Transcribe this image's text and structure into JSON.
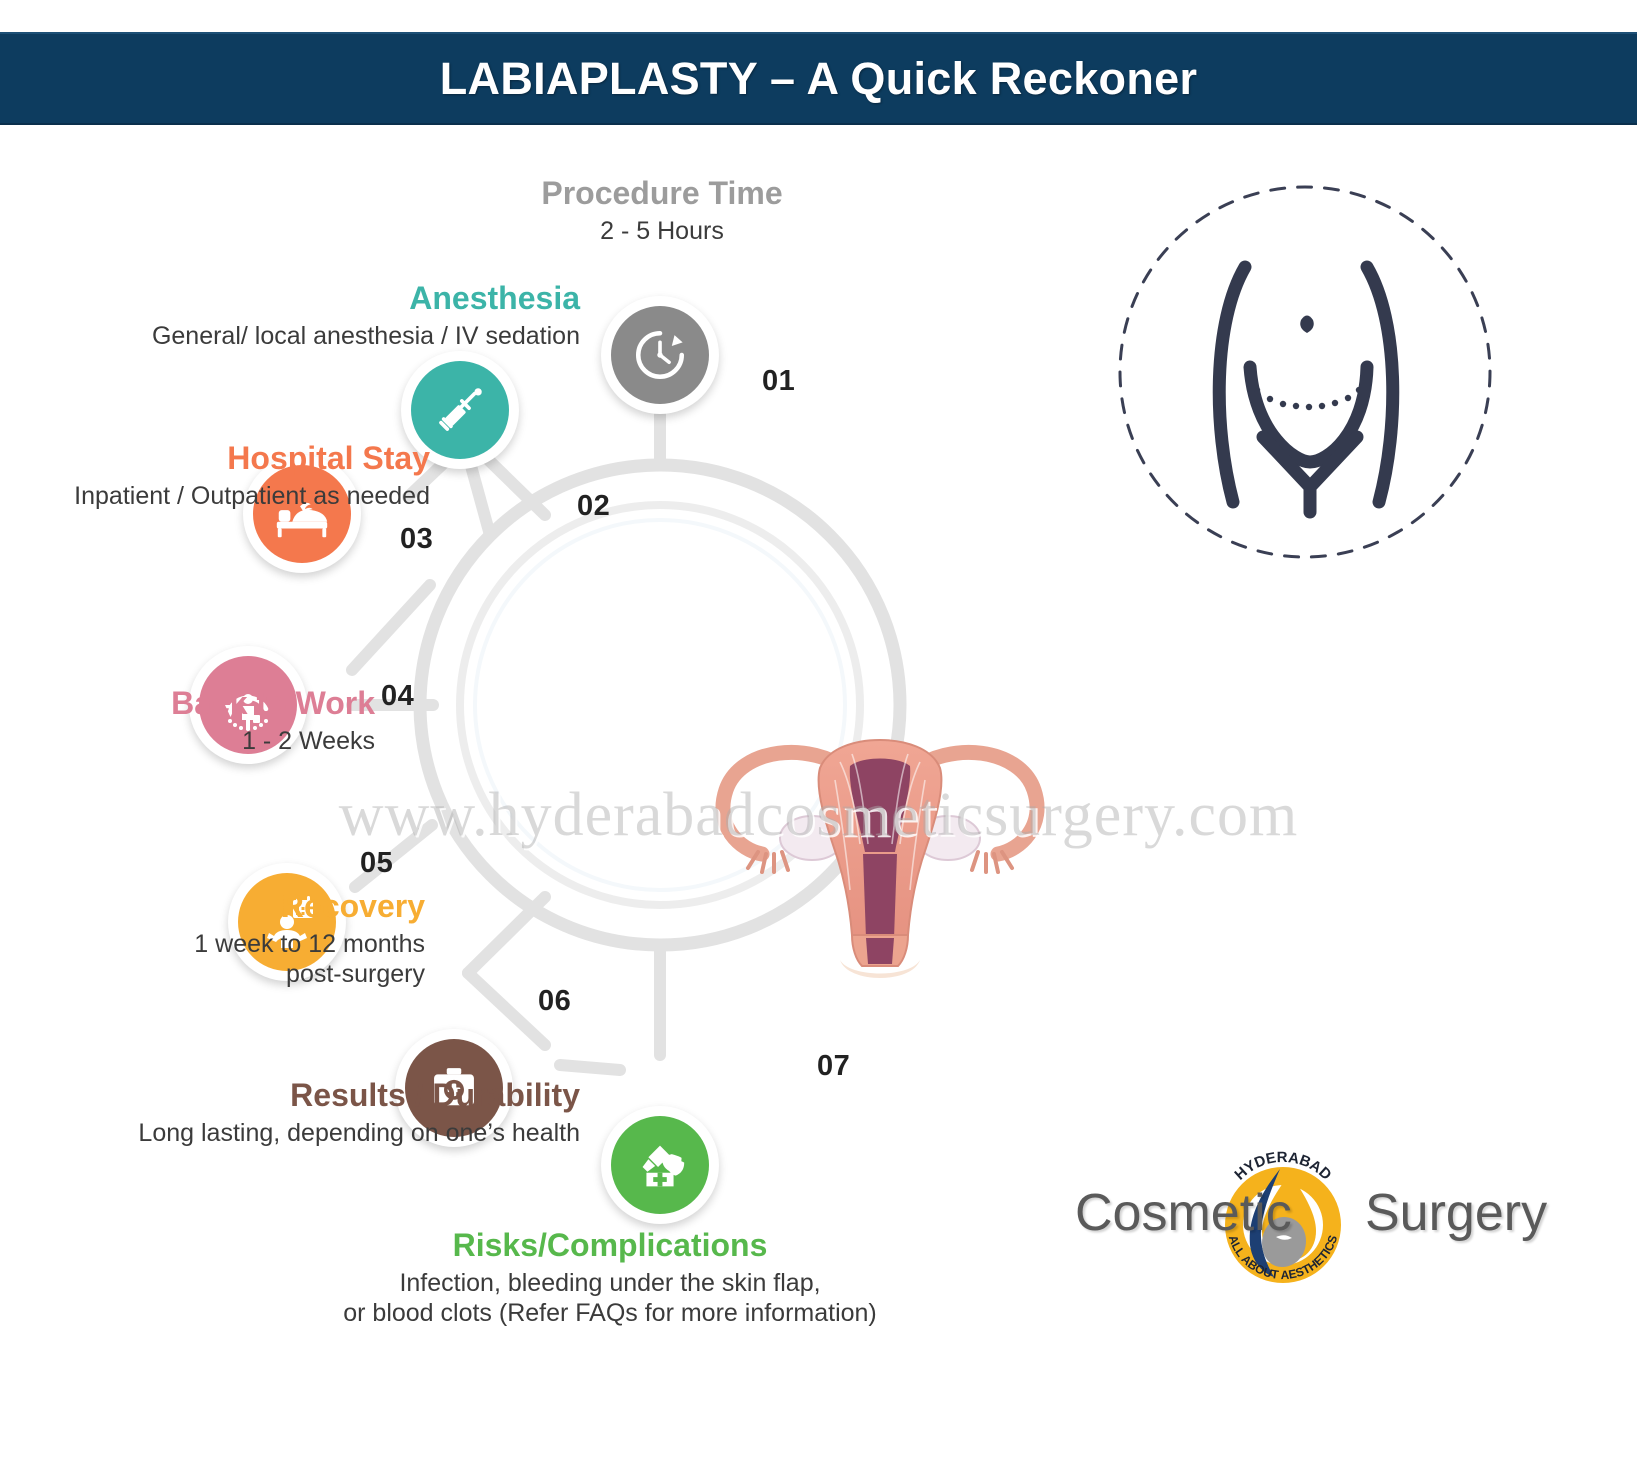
{
  "header": {
    "title": "LABIAPLASTY – A Quick Reckoner",
    "bar_color": "#0d3c5f"
  },
  "watermark": {
    "text": "www.hyderabadcosmeticsurgery.com"
  },
  "steps": [
    {
      "number": "01",
      "title": "Procedure Time",
      "description": "2 - 5 Hours",
      "color": "#8a8a8a",
      "icon": "clock-icon"
    },
    {
      "number": "02",
      "title": "Anesthesia",
      "description": "General/ local anesthesia / IV sedation",
      "color": "#3cb4a8",
      "icon": "syringe-icon"
    },
    {
      "number": "03",
      "title": "Hospital Stay",
      "description": "Inpatient / Outpatient as needed",
      "color": "#f4784d",
      "icon": "hospital-bed-icon"
    },
    {
      "number": "04",
      "title": "Back to Work",
      "description": "1 - 2 Weeks",
      "color": "#dd7e95",
      "icon": "return-to-work-icon"
    },
    {
      "number": "05",
      "title": "Recovery",
      "description_line1": "1 week to 12 months",
      "description_line2": "post-surgery",
      "color": "#f7ad33",
      "icon": "recovery-calendar-icon"
    },
    {
      "number": "06",
      "title": "Results / Durability",
      "description": "Long lasting, depending on one’s health",
      "color": "#7b5548",
      "icon": "first-aid-kit-icon"
    },
    {
      "number": "07",
      "title": "Risks/Complications",
      "description_line1": "Infection, bleeding under the skin flap,",
      "description_line2": "or blood clots (Refer FAQs for more information)",
      "color": "#58b councils"
    }
  ],
  "step_colors": {
    "procedure_time": "#8a8a8a",
    "anesthesia": "#3cb4a8",
    "hospital_stay": "#f4784d",
    "back_to_work": "#dd7e95",
    "recovery": "#f7ad33",
    "results": "#7b5548",
    "risks": "#57b84c"
  },
  "labels": {
    "procedure_time_title": "Procedure Time",
    "procedure_time_desc": "2 - 5 Hours",
    "anesthesia_title": "Anesthesia",
    "anesthesia_desc": "General/ local anesthesia / IV sedation",
    "hospital_stay_title": "Hospital Stay",
    "hospital_stay_desc": "Inpatient / Outpatient as needed",
    "back_to_work_title": "Back to Work",
    "back_to_work_desc": "1 - 2 Weeks",
    "recovery_title": "Recovery",
    "recovery_desc_1": "1 week to 12 months",
    "recovery_desc_2": "post-surgery",
    "results_title": "Results / Durability",
    "results_desc": "Long lasting, depending on one’s health",
    "risks_title": "Risks/Complications",
    "risks_desc_1": "Infection, bleeding under the skin flap,",
    "risks_desc_2": "or blood clots (Refer FAQs for more information)"
  },
  "numbers": {
    "n1": "01",
    "n2": "02",
    "n3": "03",
    "n4": "04",
    "n5": "05",
    "n6": "06",
    "n7": "07"
  },
  "logo": {
    "word_left": "Cosmetic",
    "word_right": "Surgery",
    "arc_top": "HYDERABAD",
    "arc_bottom": "ALL ABOUT AESTHETICS",
    "accent_yellow": "#f5b21c",
    "accent_blue": "#1d3f73"
  }
}
